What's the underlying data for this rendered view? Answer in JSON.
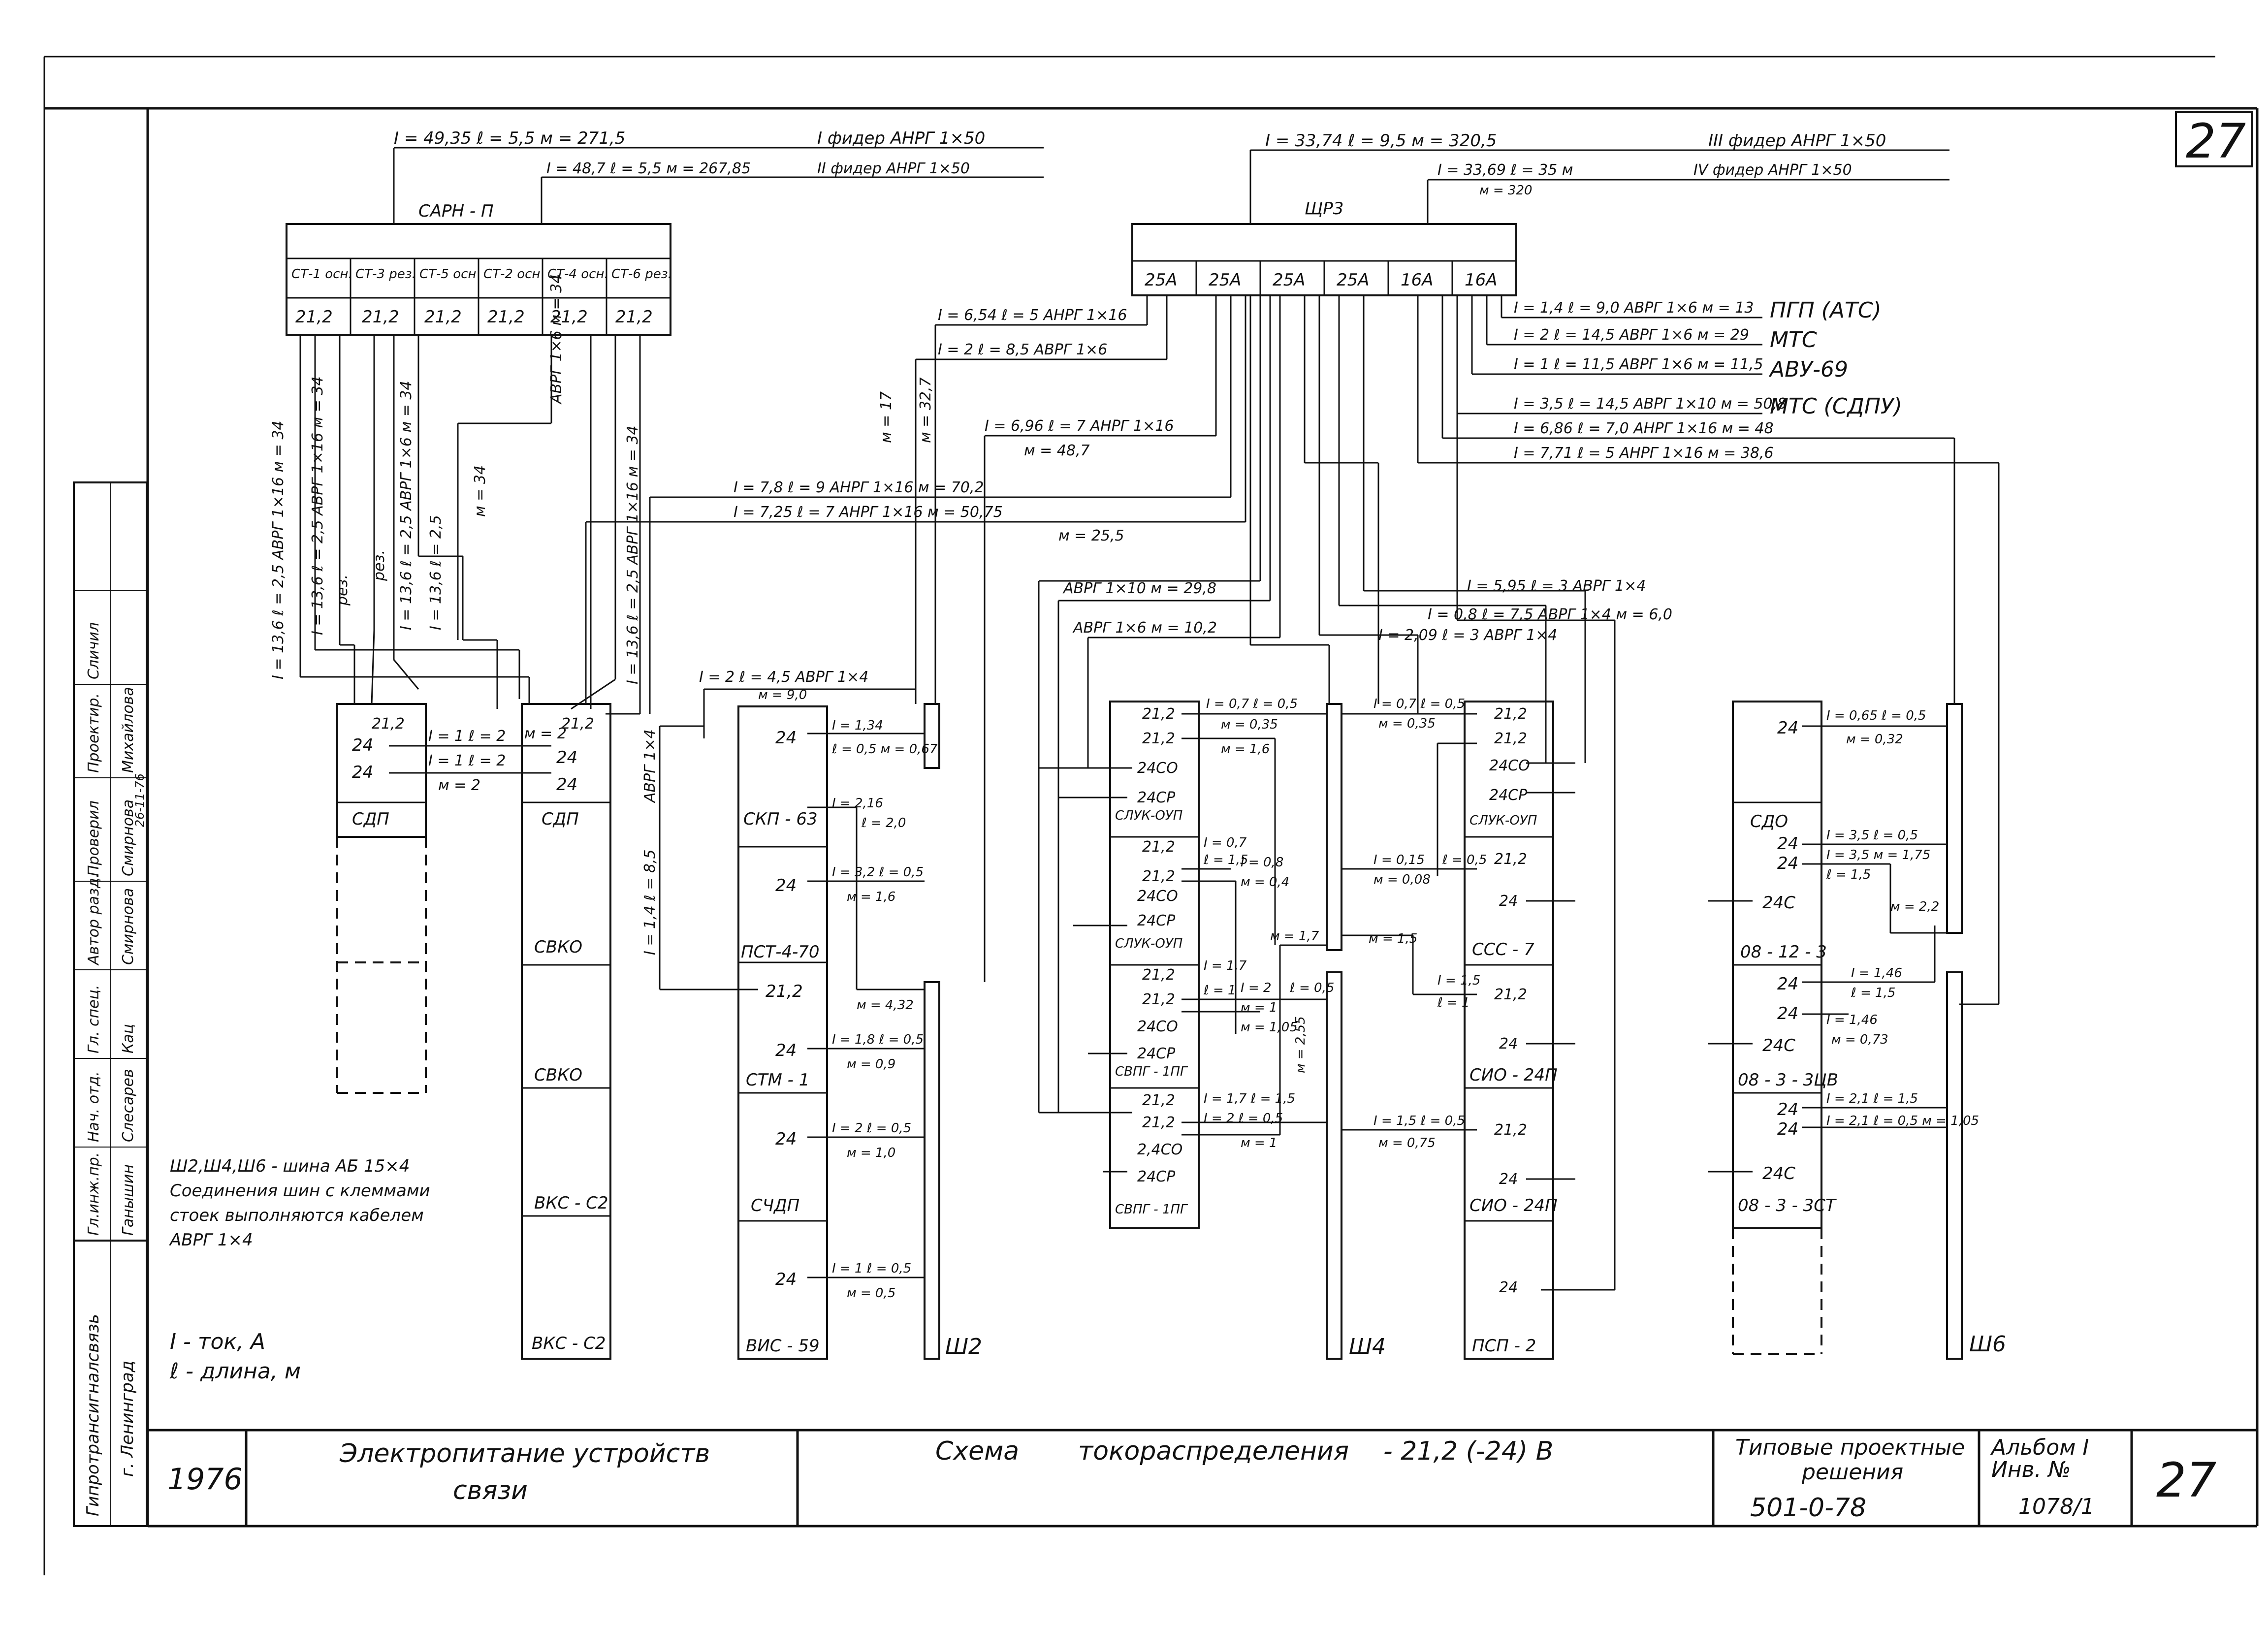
{
  "sheet": {
    "page_number": "27",
    "year": "1976",
    "subject": [
      "Электропитание устройств",
      "связи"
    ],
    "title_schema": "Схема",
    "title_main": "токораспределения",
    "title_voltage": "- 21,2 (-24) В",
    "series": [
      "Типовые проектные",
      "решения"
    ],
    "series_code": "501-0-78",
    "album": "Альбом  I",
    "inv": "Инв. №",
    "inv_no": "1078/1",
    "page_corner": "27",
    "organization": "Гипротрансигналсвязь",
    "city": "г. Ленинград"
  },
  "signatures": {
    "roles": [
      "Гл.инж.пр.",
      "Нач. отд.",
      "Гл. спец.",
      "Автор разд.",
      "Проверил",
      "Проектир.",
      "Сличил"
    ],
    "names": [
      "Ганышин",
      "Слесарев",
      "Кац",
      "Смирнова",
      "Смирнова",
      "Михайлова",
      ""
    ],
    "date": "26-11-76"
  },
  "feeders": {
    "f1": {
      "text": "I = 49,35     ℓ = 5,5        м = 271,5",
      "name": "I фидер  АНРГ 1×50"
    },
    "f2": {
      "text": "I = 48,7     ℓ = 5,5     м = 267,85",
      "name": "II фидер  АНРГ 1×50"
    },
    "f3": {
      "text": "I = 33,74        ℓ = 9,5        м = 320,5",
      "name": "III фидер  АНРГ 1×50"
    },
    "f4": {
      "text": "I = 33,69         ℓ = 35 м",
      "name": "IV фидер  АНРГ 1×50",
      "m": "м = 320"
    }
  },
  "carn": {
    "title": "САРН - П",
    "cells": [
      "СТ-1 осн.",
      "СТ-3 рез.",
      "СТ-5 осн",
      "СТ-2 осн",
      "СТ-4 осн.",
      "СТ-6 рез."
    ],
    "values": [
      "21,2",
      "21,2",
      "21,2",
      "21,2",
      "21,2",
      "21,2"
    ]
  },
  "shr3": {
    "title": "ЩР3",
    "fuses": [
      "25А",
      "25А",
      "25А",
      "25А",
      "16А",
      "16А"
    ]
  },
  "right_loads": [
    {
      "text": "I = 1,4       ℓ = 9,0       АВРГ 1×6  м = 13",
      "name": "ПГП (АТС)"
    },
    {
      "text": "I = 2          ℓ = 14,5       АВРГ 1×6  м = 29",
      "name": "МТС"
    },
    {
      "text": "I = 1          ℓ = 11,5       АВРГ 1×6  м = 11,5",
      "name": "АВУ-69"
    },
    {
      "text": "I = 3,5       ℓ = 14,5       АВРГ 1×10  м = 50,8",
      "name": "МТС (СДПУ)"
    },
    {
      "text": "I = 6,86     ℓ = 7,0       АНРГ 1×16     м = 48",
      "name": ""
    },
    {
      "text": "I = 7,71     ℓ = 5          АНРГ 1×16     м = 38,6",
      "name": ""
    }
  ],
  "mid_cables": [
    "I = 6,54   ℓ = 5   АНРГ 1×16",
    "I = 2   ℓ = 8,5   АВРГ 1×6",
    "I = 6,96   ℓ = 7   АНРГ 1×16",
    "м = 48,7",
    "I = 7,8     ℓ = 9           АНРГ 1×16        м = 70,2",
    "I = 7,25    ℓ = 7           АНРГ 1×16        м = 50,75",
    "м = 25,5",
    "АВРГ 1×10  м = 29,8",
    "АВРГ 1×6  м = 10,2",
    "I = 5,95   ℓ = 3    АВРГ 1×4",
    "I = 0,8   ℓ = 7,5   АВРГ 1×4    м = 6,0",
    "I = 2,09   ℓ = 3    АВРГ 1×4",
    "I = 2    ℓ = 4,5    АВРГ 1×4",
    "м = 9,0"
  ],
  "vertical_labels": [
    "I = 13,6   ℓ = 2,5   АВРГ 1×16  м = 34",
    "I = 13,6   ℓ = 2,5   АВРГ 1×16  м = 34",
    "I = 13,6   ℓ = 2,5   АВРГ 1×6   м = 34",
    "I = 13,6   ℓ = 2,5",
    "I = 13,6   ℓ = 2,5  АВРГ 1×16  м = 34",
    "АВРГ 1×6  м = 34",
    "АВРГ 1×4",
    "I = 1,4   ℓ = 8,5",
    "м = 17",
    "м = 32,7",
    "рез.",
    "рез.",
    "м = 34"
  ],
  "racks": {
    "sdp1": {
      "name": "СДП",
      "pins": [
        "21,2",
        "24",
        "24"
      ],
      "links": [
        "I = 1   ℓ = 2",
        "I = 1   ℓ = 2",
        "м = 2"
      ]
    },
    "sdp2": {
      "name": "СДП",
      "pins": [
        "21,2",
        "24",
        "24"
      ],
      "m": "м = 2",
      "sections": [
        "СВКО",
        "СВКО",
        "ВКС - С2",
        "ВКС - С2"
      ]
    },
    "col3": {
      "sections": [
        "СКП - 63",
        "ПСТ-4-70",
        "СТМ - 1",
        "СЧДП",
        "ВИС - 59"
      ],
      "pins": [
        "24",
        "24",
        "21,2",
        "24",
        "24",
        "24"
      ],
      "labels": [
        "I = 1,34",
        "ℓ = 0,5  м = 0,67",
        "I = 2,16",
        "ℓ = 2,0",
        "I = 3,2  ℓ = 0,5",
        "м = 1,6",
        "м = 4,32",
        "I = 1,8  ℓ = 0,5",
        "м = 0,9",
        "I = 2   ℓ = 0,5",
        "м = 1,0",
        "I = 1   ℓ = 0,5",
        "м = 0,5"
      ]
    },
    "col4": {
      "sections": [
        "СЛУК-ОУП",
        "СЛУК-ОУП",
        "СВПГ - 1ПГ",
        "СВПГ - 1ПГ"
      ],
      "pins": [
        "21,2",
        "21,2",
        "24СО",
        "24СР",
        "21,2",
        "21,2",
        "24СО",
        "24СР",
        "21,2",
        "21,2",
        "24СО",
        "24СР",
        "21,2",
        "21,2",
        "2,4СО",
        "24СР"
      ]
    },
    "col5": {
      "sections": [
        "СЛУК-ОУП",
        "ССС - 7",
        "СИО - 24П",
        "СИО - 24П",
        "ПСП - 2"
      ],
      "pins": [
        "21,2",
        "21,2",
        "24СО",
        "24СР",
        "21,2",
        "24",
        "21,2",
        "24",
        "21,2",
        "24",
        "24"
      ]
    },
    "col6": {
      "sections": [
        "СДО",
        "08 - 12 - 3",
        "08 - 3 - 3ЦВ",
        "08 - 3 - 3СТ"
      ],
      "pins": [
        "24",
        "24",
        "24",
        "24С",
        "24",
        "24",
        "24С",
        "24",
        "24",
        "24С"
      ],
      "labels": [
        "I = 0,65  ℓ = 0,5",
        "м = 0,32",
        "I = 3,5  ℓ = 0,5",
        "I = 3,5  м = 1,75",
        "ℓ = 1,5",
        "м = 2,2",
        "I = 1,46",
        "ℓ = 1,5",
        "I = 1,46",
        "м = 0,73",
        "I = 2,1  ℓ = 1,5",
        "I = 2,1  ℓ = 0,5  м = 1,05"
      ]
    }
  },
  "col4_labels": [
    "I = 0,7  ℓ = 0,5",
    "м = 0,35",
    "м = 1,6",
    "I = 0,7",
    "ℓ = 1,5",
    "I = 0,8",
    "м = 0,4",
    "м = 1,7",
    "I = 1,7",
    "ℓ = 1",
    "I = 2",
    "м = 1",
    "м = 1,05",
    "ℓ = 0,5",
    "м = 2,55",
    "I = 1,7  ℓ = 1,5",
    "I = 2   ℓ = 0,5",
    "м = 1"
  ],
  "col5_labels": [
    "I = 0,7  ℓ = 0,5",
    "м = 0,35",
    "I = 0,15",
    "м = 0,08",
    "ℓ = 0,5",
    "м = 1,5",
    "I = 1,5",
    "ℓ = 1",
    "I = 1,5  ℓ = 0,5",
    "м = 0,75"
  ],
  "busbars": [
    "Ш2",
    "Ш4",
    "Ш6"
  ],
  "bus_note": [
    "Ш2,Ш4,Ш6 - шина  АБ  15×4",
    "Соединения шин с клеммами",
    "стоек выполняются кабелем",
    "АВРГ 1×4"
  ],
  "legend": [
    "I - ток,  А",
    "ℓ - длина,  м"
  ]
}
